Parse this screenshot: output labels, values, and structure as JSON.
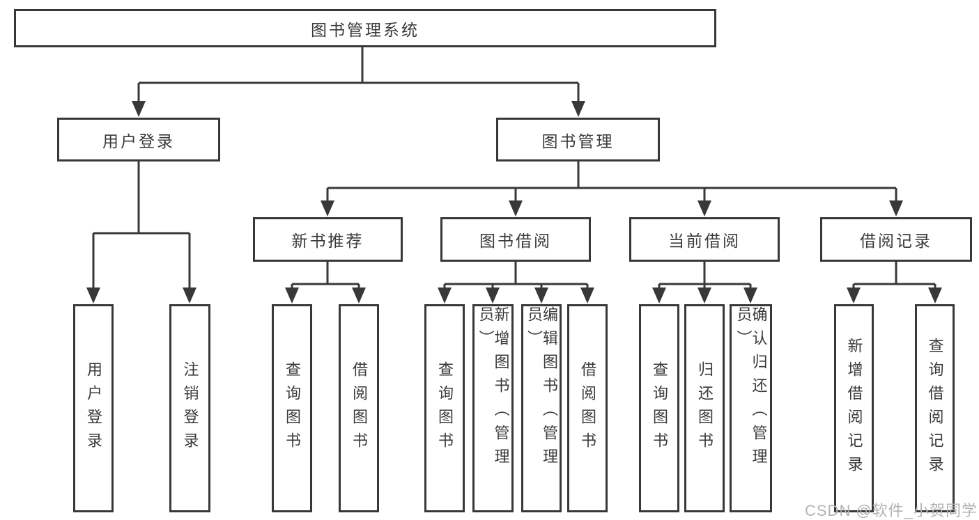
{
  "diagram": {
    "root": {
      "label": "图书管理系统"
    },
    "level1": [
      {
        "label": "用户登录",
        "children": [
          {
            "label": "用户登录"
          },
          {
            "label": "注销登录"
          }
        ]
      },
      {
        "label": "图书管理",
        "children": [
          {
            "label": "新书推荐",
            "children": [
              {
                "label": "查询图书"
              },
              {
                "label": "借阅图书"
              }
            ]
          },
          {
            "label": "图书借阅",
            "children": [
              {
                "label": "查询图书"
              },
              {
                "label": "新增图书（管理员）"
              },
              {
                "label": "编辑图书（管理员）"
              },
              {
                "label": "借阅图书"
              }
            ]
          },
          {
            "label": "当前借阅",
            "children": [
              {
                "label": "查询图书"
              },
              {
                "label": "归还图书"
              },
              {
                "label": "确认归还（管理员）"
              }
            ]
          },
          {
            "label": "借阅记录",
            "children": [
              {
                "label": "新增借阅记录"
              },
              {
                "label": "查询借阅记录"
              }
            ]
          }
        ]
      }
    ],
    "watermark": "CSDN @软件_小贺同学",
    "colors": {
      "line": "#383838",
      "text": "#3a3a3a",
      "background": "#ffffff",
      "watermark": "#b3b3b3"
    }
  }
}
